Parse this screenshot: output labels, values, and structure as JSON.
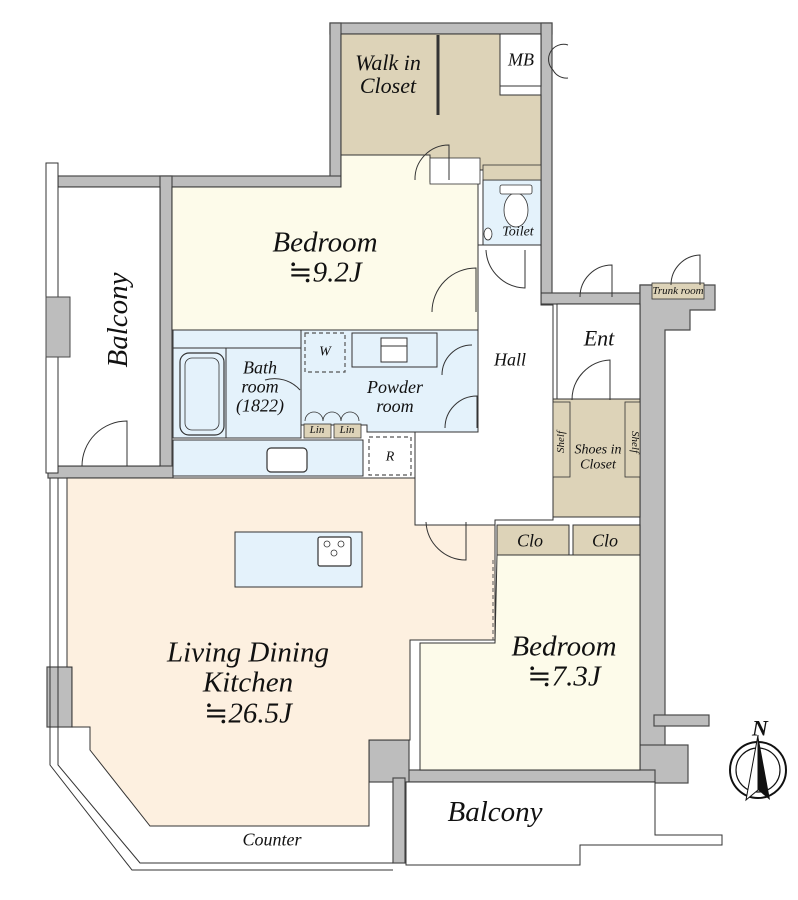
{
  "colors": {
    "wall": "#bdbdbd",
    "wall_stroke": "#4a4a4a",
    "closet": "#ddd3b8",
    "bedroom": "#fdfbea",
    "wet_area": "#e4f2fb",
    "ldk": "#fdf0e0",
    "balcony": "#ffffff"
  },
  "rooms": {
    "walk_in_closet": {
      "line1": "Walk in",
      "line2": "Closet"
    },
    "meter_box": {
      "label": "MB"
    },
    "toilet": {
      "label": "Toilet"
    },
    "bedroom_1": {
      "label": "Bedroom",
      "area": "≒9.2J"
    },
    "balcony_west": {
      "label": "Balcony"
    },
    "bath": {
      "line1": "Bath",
      "line2": "room",
      "line3": "(1822)"
    },
    "washer": {
      "label": "W"
    },
    "powder": {
      "line1": "Powder",
      "line2": "room"
    },
    "linen_1": {
      "label": "Lin"
    },
    "linen_2": {
      "label": "Lin"
    },
    "fridge": {
      "label": "R"
    },
    "hall": {
      "label": "Hall"
    },
    "entrance": {
      "label": "Ent"
    },
    "trunk_room": {
      "label": "Trunk room"
    },
    "shoes_closet": {
      "line1": "Shoes  in",
      "line2": "Closet"
    },
    "shelf_left": {
      "label": "Shelf"
    },
    "shelf_right": {
      "label": "Shelf"
    },
    "closet_1": {
      "label": "Clo"
    },
    "closet_2": {
      "label": "Clo"
    },
    "ldk": {
      "line1": "Living Dining",
      "line2": "Kitchen",
      "area": "≒26.5J"
    },
    "bedroom_2": {
      "label": "Bedroom",
      "area": "≒7.3J"
    },
    "balcony_south": {
      "label": "Balcony"
    },
    "counter": {
      "label": "Counter"
    }
  },
  "compass": {
    "label": "N"
  }
}
